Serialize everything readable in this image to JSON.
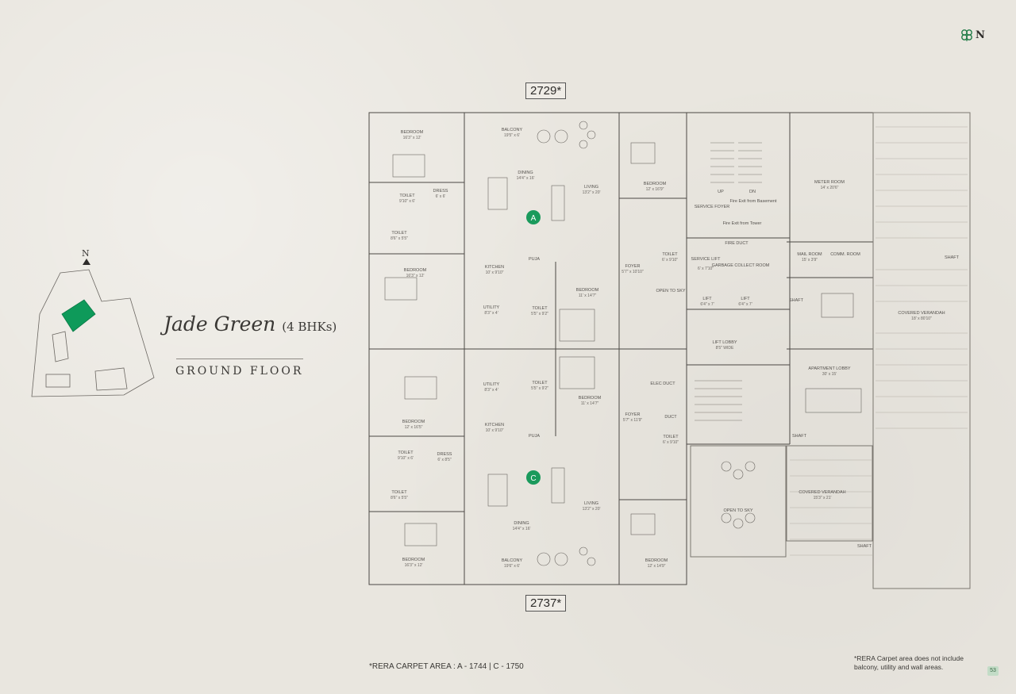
{
  "logo": {
    "north_letter": "N",
    "icon": "clover-logo-icon"
  },
  "keyplan": {
    "north_label": "N",
    "highlight_color": "#0e9a5a"
  },
  "title": {
    "name": "Jade Green",
    "sub": "(4 BHKs)",
    "floor": "GROUND FLOOR"
  },
  "plot_numbers": {
    "top": "2729*",
    "bottom": "2737*"
  },
  "unit_markers": {
    "a": "A",
    "c": "C",
    "color": "#1a9a5c"
  },
  "rooms": {
    "bedroom_tl": {
      "name": "BEDROOM",
      "dim": "16'3\" x 12'"
    },
    "balcony_t": {
      "name": "BALCONY",
      "dim": "19'5\" x 6'"
    },
    "dining_t": {
      "name": "DINING",
      "dim": "14'4\" x 16'"
    },
    "living_t": {
      "name": "LIVING",
      "dim": "13'2\" x 20'"
    },
    "bedroom_tr": {
      "name": "BEDROOM",
      "dim": "12' x 16'9\""
    },
    "toilet_t1": {
      "name": "TOILET",
      "dim": "9'10\" x 6'"
    },
    "dress_t": {
      "name": "DRESS",
      "dim": "6' x 6'"
    },
    "toilet_t2": {
      "name": "TOILET",
      "dim": "8'6\" x 5'5\""
    },
    "bedroom_tl2": {
      "name": "BEDROOM",
      "dim": "16'3\" x 12'"
    },
    "kitchen_t": {
      "name": "KITCHEN",
      "dim": "10' x 9'10\""
    },
    "utility_t": {
      "name": "UTILITY",
      "dim": "8'3\" x 4'"
    },
    "puja_t": {
      "name": "PUJA",
      "dim": ""
    },
    "toilet_t3": {
      "name": "TOILET",
      "dim": "5'5\" x 9'2\""
    },
    "bedroom_mid_t": {
      "name": "BEDROOM",
      "dim": "11' x 14'7\""
    },
    "foyer_t": {
      "name": "FOYER",
      "dim": "5'7\" x 10'10\""
    },
    "toilet_t4": {
      "name": "TOILET",
      "dim": "6' x 9'10\""
    },
    "open_sky_t": {
      "name": "OPEN TO SKY",
      "dim": ""
    },
    "service_foyer": {
      "name": "SERVICE FOYER",
      "dim": ""
    },
    "fire_exit": {
      "name": "Fire Exit from Basement",
      "dim": ""
    },
    "fire_exit_tower": {
      "name": "Fire Exit from Tower",
      "dim": ""
    },
    "service_lift": {
      "name": "SERVICE LIFT",
      "dim": "6' x 7'10\""
    },
    "garbage": {
      "name": "GARBAGE COLLECT ROOM",
      "dim": ""
    },
    "fire_duct": {
      "name": "FIRE DUCT",
      "dim": ""
    },
    "lift1": {
      "name": "LIFT",
      "dim": "6'4\" x 7'"
    },
    "lift2": {
      "name": "LIFT",
      "dim": "6'4\" x 7'"
    },
    "lift_lobby": {
      "name": "LIFT LOBBY",
      "dim": "8'5\" WIDE"
    },
    "meter_room": {
      "name": "METER ROOM",
      "dim": "14' x 20'6\""
    },
    "mail_room": {
      "name": "MAIL ROOM",
      "dim": "15' x 3'9\""
    },
    "comm_room": {
      "name": "COMM. ROOM",
      "dim": ""
    },
    "shaft1": {
      "name": "SHAFT",
      "dim": ""
    },
    "covered_verandah_t": {
      "name": "COVERED VERANDAH",
      "dim": "18' x 80'10\""
    },
    "apartment_lobby": {
      "name": "APARTMENT LOBBY",
      "dim": "30' x 15'"
    },
    "bedroom_bl": {
      "name": "BEDROOM",
      "dim": "12' x 16'5\""
    },
    "utility_b": {
      "name": "UTILITY",
      "dim": "8'3\" x 4'"
    },
    "toilet_b1": {
      "name": "TOILET",
      "dim": "5'5\" x 9'2\""
    },
    "bedroom_mid_b": {
      "name": "BEDROOM",
      "dim": "11' x 14'7\""
    },
    "kitchen_b": {
      "name": "KITCHEN",
      "dim": "10' x 9'10\""
    },
    "puja_b": {
      "name": "PUJA",
      "dim": ""
    },
    "foyer_b": {
      "name": "FOYER",
      "dim": "5'7\" x 11'9\""
    },
    "duct": {
      "name": "DUCT",
      "dim": ""
    },
    "elec_duct": {
      "name": "ELEC DUCT",
      "dim": ""
    },
    "toilet_b2": {
      "name": "TOILET",
      "dim": "9'10\" x 6'"
    },
    "dress_b": {
      "name": "DRESS",
      "dim": "6' x 8'5\""
    },
    "toilet_b3": {
      "name": "TOILET",
      "dim": "6' x 9'10\""
    },
    "toilet_b4": {
      "name": "TOILET",
      "dim": "8'6\" x 5'5\""
    },
    "living_b": {
      "name": "LIVING",
      "dim": "13'2\" x 20'"
    },
    "dining_b": {
      "name": "DINING",
      "dim": "14'4\" x 16'"
    },
    "open_sky_b": {
      "name": "OPEN TO SKY",
      "dim": ""
    },
    "covered_verandah_b": {
      "name": "COVERED VERANDAH",
      "dim": "15'3\" x 21'"
    },
    "bedroom_bl2": {
      "name": "BEDROOM",
      "dim": "16'3\" x 12'"
    },
    "balcony_b": {
      "name": "BALCONY",
      "dim": "19'6\" x 6'"
    },
    "bedroom_br": {
      "name": "BEDROOM",
      "dim": "12' x 14'9\""
    },
    "shaft2": {
      "name": "SHAFT",
      "dim": ""
    },
    "shaft3": {
      "name": "SHAFT",
      "dim": ""
    },
    "shaft4": {
      "name": "SHAFT",
      "dim": ""
    },
    "stairs_up": {
      "name": "UP",
      "dim": ""
    },
    "stairs_dn": {
      "name": "DN",
      "dim": ""
    }
  },
  "footer": {
    "rera": "*RERA CARPET AREA : A - 1744 | C - 1750",
    "note": "*RERA Carpet area does not include balcony, utility and wall areas.",
    "page": "53"
  }
}
